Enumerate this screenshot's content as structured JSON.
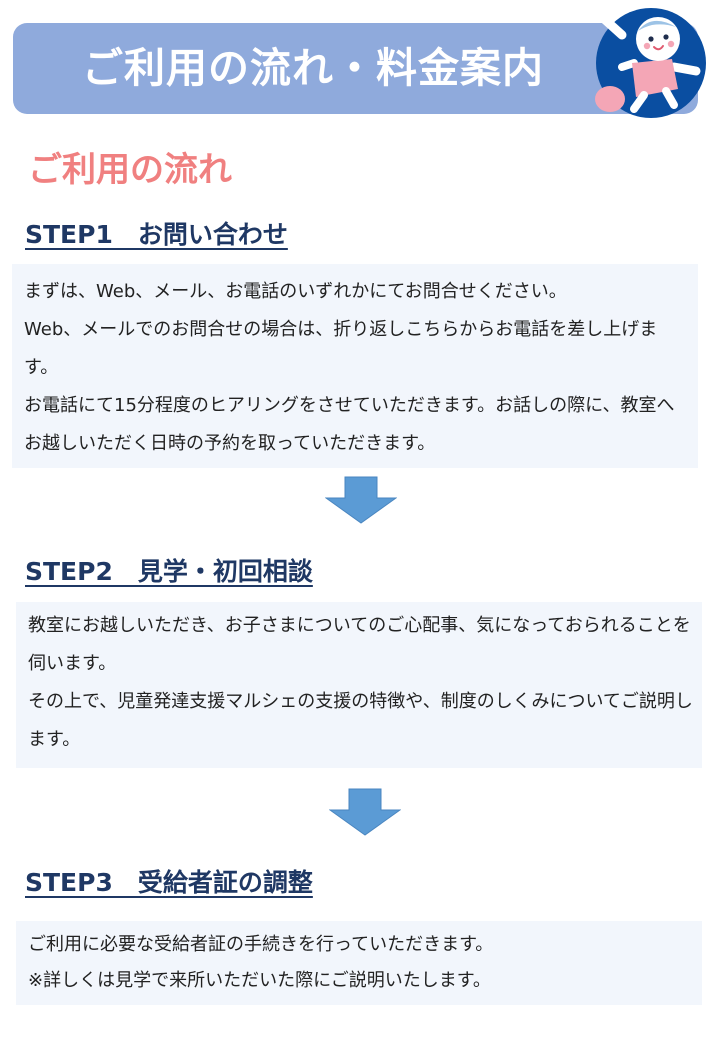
{
  "header": {
    "title": "ご利用の流れ・料金案内"
  },
  "section": {
    "title": "ご利用の流れ"
  },
  "steps": [
    {
      "title": "STEP1　お問い合わせ",
      "lines": [
        "まずは、Web、メール、お電話のいずれかにてお問合せください。",
        "Web、メールでのお問合せの場合は、折り返しこちらからお電話を差し上げます。",
        "お電話にて15分程度のヒアリングをさせていただきます。お話しの際に、教室へお越しいただく日時の予約を取っていただきます。"
      ]
    },
    {
      "title": "STEP2　見学・初回相談",
      "lines": [
        "教室にお越しいただき、お子さまについてのご心配事、気になっておられることを伺います。",
        "その上で、児童発達支援マルシェの支援の特徴や、制度のしくみについてご説明します。"
      ]
    },
    {
      "title": "STEP3　受給者証の調整",
      "lines": [
        "ご利用に必要な受給者証の手続きを行っていただきます。",
        "※詳しくは見学で来所いただいた際にご説明いたします。"
      ]
    }
  ],
  "colors": {
    "banner": "#8faadc",
    "section_title": "#f08080",
    "step_title": "#1f3864",
    "box_background": "#f2f6fc",
    "arrow": "#5b9bd5"
  }
}
